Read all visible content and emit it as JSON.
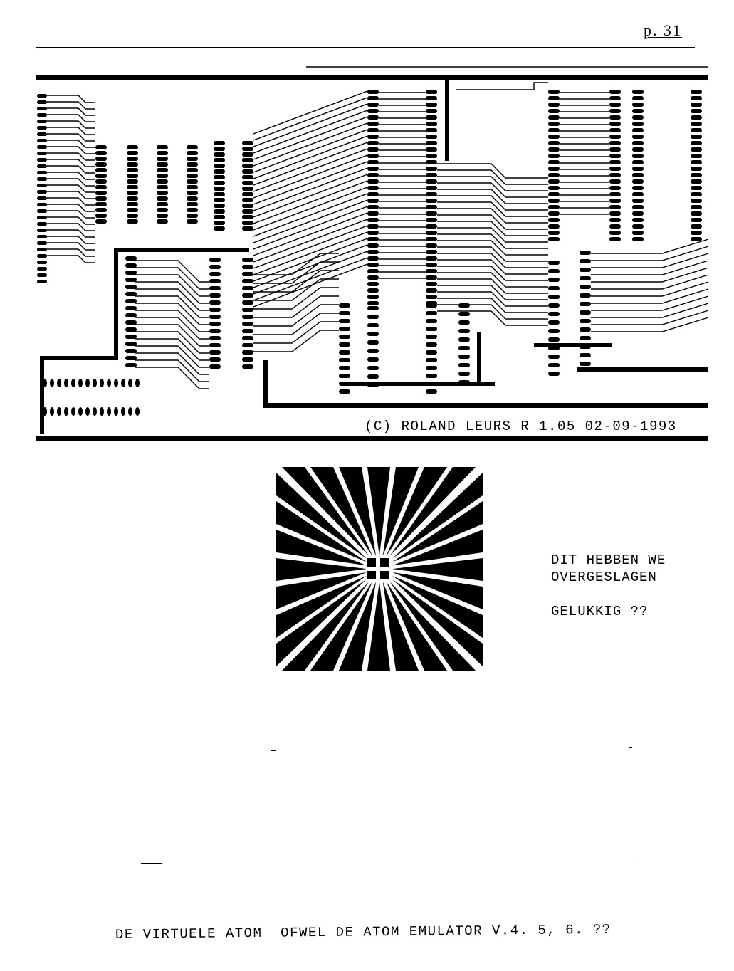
{
  "page": {
    "number": "p. 31"
  },
  "pcb": {
    "copyright": "(C) ROLAND LEURS R 1.05 02-09-1993"
  },
  "note": {
    "line1": "DIT HEBBEN WE",
    "line2": "OVERGESLAGEN",
    "line3": "GELUKKIG ??"
  },
  "footer": {
    "text": "DE VIRTUELE ATOM  OFWEL DE ATOM EMULATOR V.4. 5, 6. ??"
  }
}
